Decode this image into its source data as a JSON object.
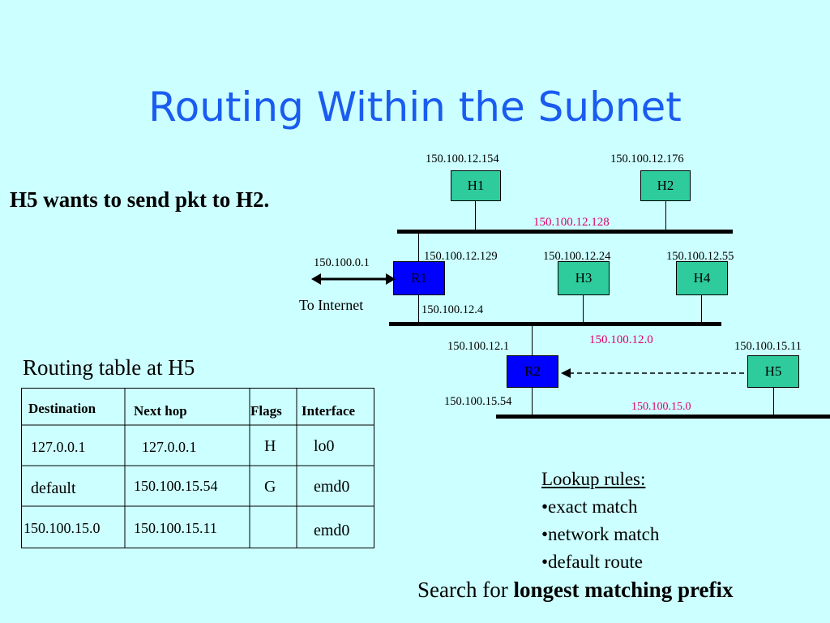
{
  "title": "Routing Within the Subnet",
  "subheading": "H5 wants to send pkt to H2.",
  "hosts": {
    "h1": {
      "label": "H1",
      "ip": "150.100.12.154"
    },
    "h2": {
      "label": "H2",
      "ip": "150.100.12.176"
    },
    "h3": {
      "label": "H3",
      "ip": "150.100.12.24"
    },
    "h4": {
      "label": "H4",
      "ip": "150.100.12.55"
    },
    "h5": {
      "label": "H5",
      "ip": "150.100.15.11"
    }
  },
  "routers": {
    "r1": {
      "label": "R1",
      "ip_internet": "150.100.0.1",
      "ip_top": "150.100.12.129",
      "ip_bottom": "150.100.12.4"
    },
    "r2": {
      "label": "R2",
      "ip_top": "150.100.12.1",
      "ip_bottom": "150.100.15.54"
    }
  },
  "networks": {
    "top": "150.100.12.128",
    "middle": "150.100.12.0",
    "bottom": "150.100.15.0"
  },
  "internet_label": "To Internet",
  "colors": {
    "background": "#ccffff",
    "title": "#1a5cf0",
    "host": "#2ecc9c",
    "router": "#0000ff",
    "network_label": "#e0006a"
  },
  "routing_table": {
    "caption": "Routing table at H5",
    "headers": {
      "destination": "Destination",
      "next_hop": "Next hop",
      "flags": "Flags",
      "interface": "Interface"
    },
    "rows": [
      {
        "destination": "127.0.0.1",
        "next_hop": "127.0.0.1",
        "flags": "H",
        "interface": "lo0"
      },
      {
        "destination": "default",
        "next_hop": "150.100.15.54",
        "flags": "G",
        "interface": "emd0"
      },
      {
        "destination": "150.100.15.0",
        "next_hop": "150.100.15.11",
        "flags": "",
        "interface": "emd0"
      }
    ]
  },
  "lookup_rules": {
    "heading": "Lookup rules:",
    "items": [
      "•exact match",
      "•network match",
      "•default route"
    ]
  },
  "search": {
    "prefix": "Search for ",
    "emphasis": "longest matching prefix"
  }
}
